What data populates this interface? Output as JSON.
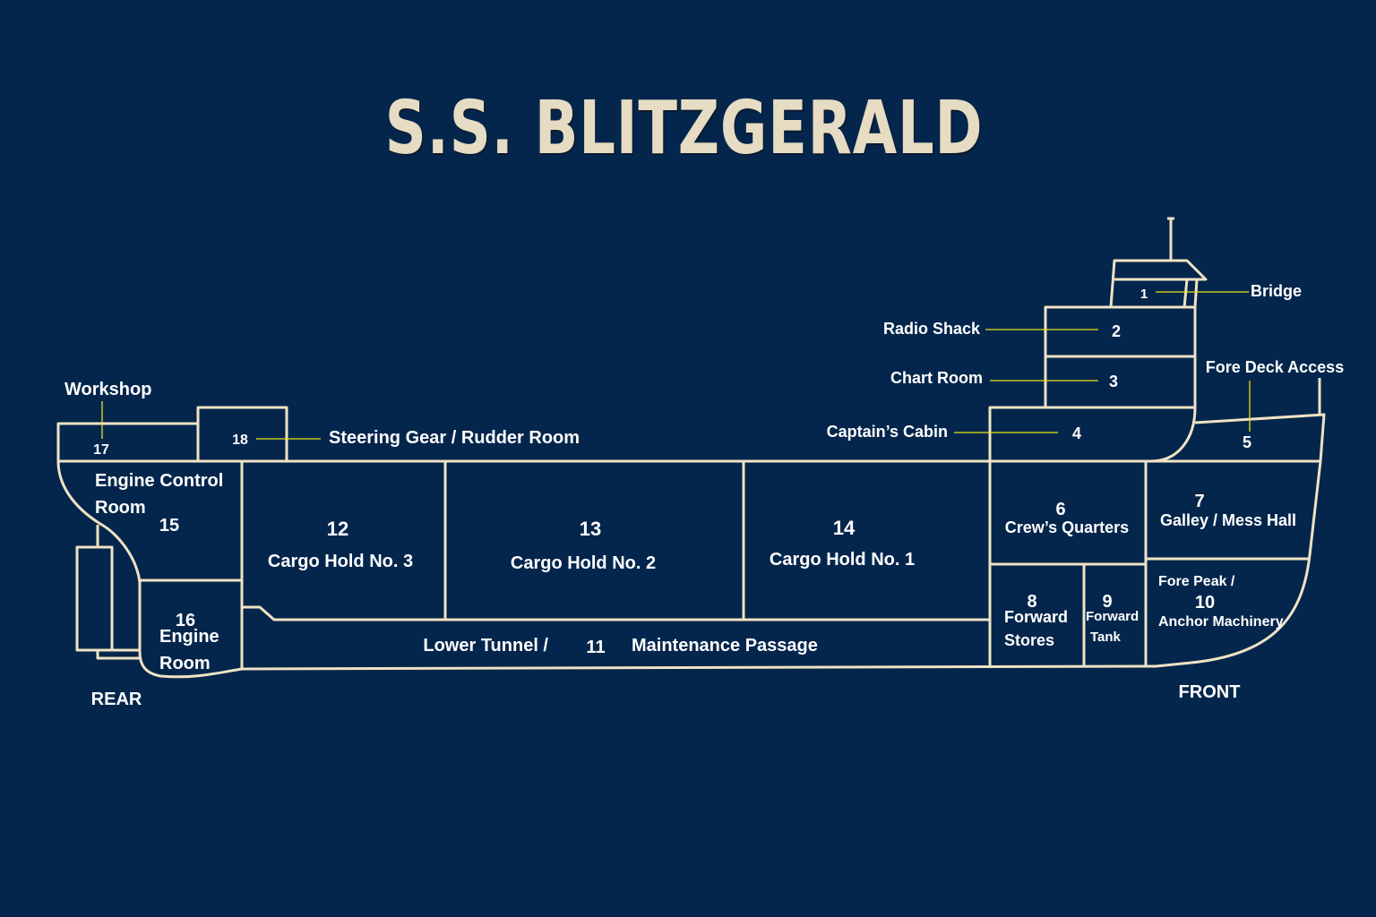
{
  "title": "S.S. BLITZGERALD",
  "colors": {
    "background": "#04264c",
    "walls": "#efe3c4",
    "title": "#e6dcc3",
    "leader_lines": "#e8e31a",
    "text": "#ffffff"
  },
  "orientation": {
    "rear": "REAR",
    "front": "FRONT"
  },
  "compartments": [
    {
      "id": "1",
      "name": "Bridge"
    },
    {
      "id": "2",
      "name": "Radio Shack"
    },
    {
      "id": "3",
      "name": "Chart Room"
    },
    {
      "id": "4",
      "name": "Captain’s Cabin"
    },
    {
      "id": "5",
      "name": "Fore Deck Access"
    },
    {
      "id": "6",
      "name": "Crew’s Quarters"
    },
    {
      "id": "7",
      "name": "Galley / Mess Hall"
    },
    {
      "id": "8",
      "name": "Forward Stores",
      "lines": [
        "Forward",
        "Stores"
      ]
    },
    {
      "id": "9",
      "name": "Forward Tank",
      "lines": [
        "Forward",
        "Tank"
      ]
    },
    {
      "id": "10",
      "name": "Fore Peak / Anchor Machinery",
      "lines": [
        "Fore Peak /",
        "Anchor Machinery"
      ]
    },
    {
      "id": "11",
      "name": "Lower Tunnel / Maintenance Passage",
      "lines": [
        "Lower Tunnel /",
        "Maintenance Passage"
      ]
    },
    {
      "id": "12",
      "name": "Cargo Hold No. 3"
    },
    {
      "id": "13",
      "name": "Cargo Hold No. 2"
    },
    {
      "id": "14",
      "name": "Cargo Hold No. 1"
    },
    {
      "id": "15",
      "name": "Engine Control Room",
      "lines": [
        "Engine Control",
        "Room"
      ]
    },
    {
      "id": "16",
      "name": "Engine Room",
      "lines": [
        "Engine",
        "Room"
      ]
    },
    {
      "id": "17",
      "name": "Workshop"
    },
    {
      "id": "18",
      "name": "Steering Gear / Rudder Room"
    }
  ]
}
